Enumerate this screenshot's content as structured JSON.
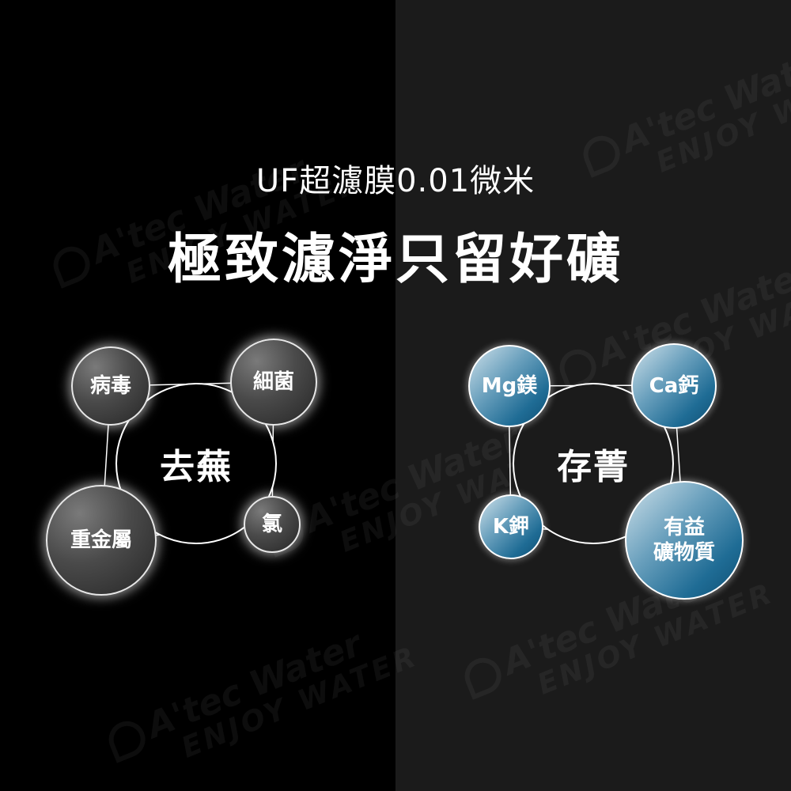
{
  "header": {
    "subtitle": "UF超濾膜0.01微米",
    "title": "極致濾淨只留好礦"
  },
  "watermark": {
    "brand": "A'tec Water",
    "tagline": "ENJOY WATER"
  },
  "left_panel": {
    "center_label": "去蕪",
    "nodes": [
      "病毒",
      "細菌",
      "重金屬",
      "氯"
    ]
  },
  "right_panel": {
    "center_label": "存菁",
    "nodes": [
      "Mg鎂",
      "Ca鈣",
      "K鉀",
      "有益\n礦物質"
    ]
  },
  "colors": {
    "left_background": "#000000",
    "right_background": "#1b1b1b",
    "grey_node": "#4a4a4a",
    "blue_node": "#1f6c95"
  }
}
